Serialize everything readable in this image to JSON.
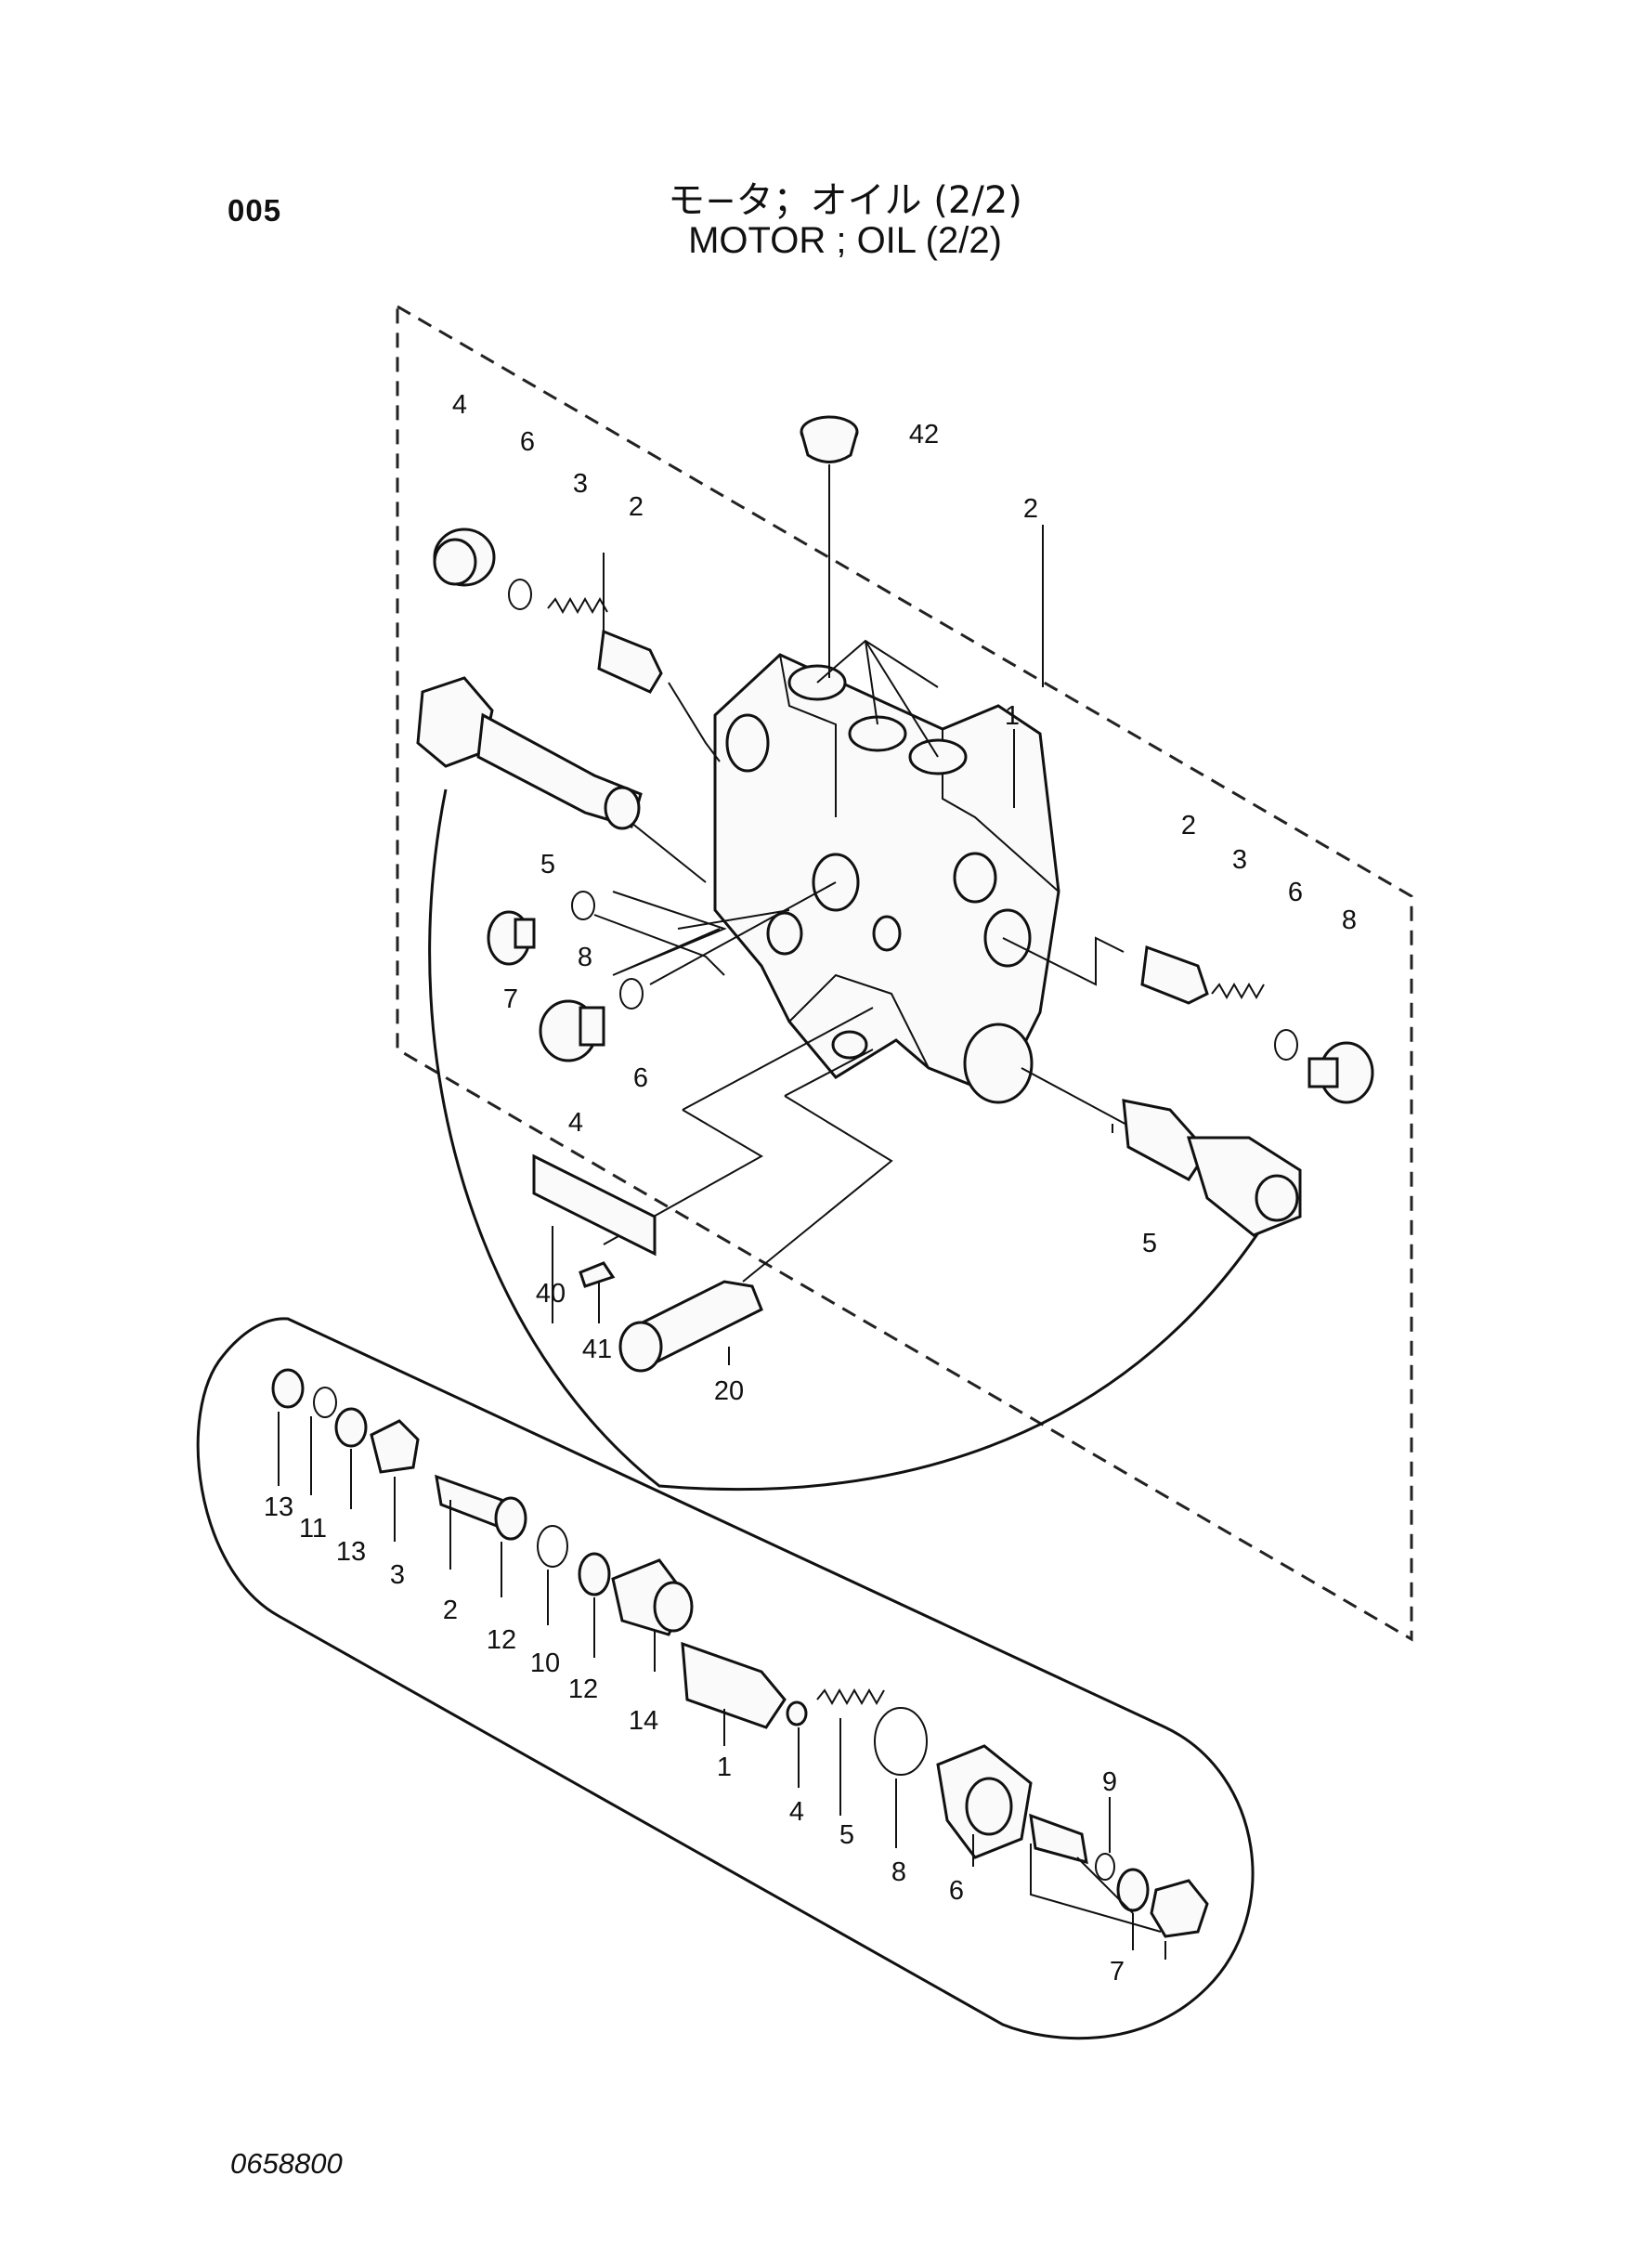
{
  "header": {
    "page_number": "005",
    "title_ja": "モ−タ；オイル (2/2)",
    "title_en": "MOTOR ; OIL (2/2)"
  },
  "footer": {
    "drawing_number": "0658800"
  },
  "labels": {
    "upper": [
      "4",
      "6",
      "3",
      "2",
      "42",
      "2",
      "5",
      "1",
      "8",
      "7",
      "6",
      "4",
      "2",
      "3",
      "6",
      "8",
      "5",
      "40",
      "41",
      "20"
    ],
    "lower": [
      "13",
      "11",
      "13",
      "3",
      "2",
      "12",
      "10",
      "12",
      "14",
      "1",
      "4",
      "5",
      "8",
      "6",
      "9",
      "7"
    ]
  }
}
